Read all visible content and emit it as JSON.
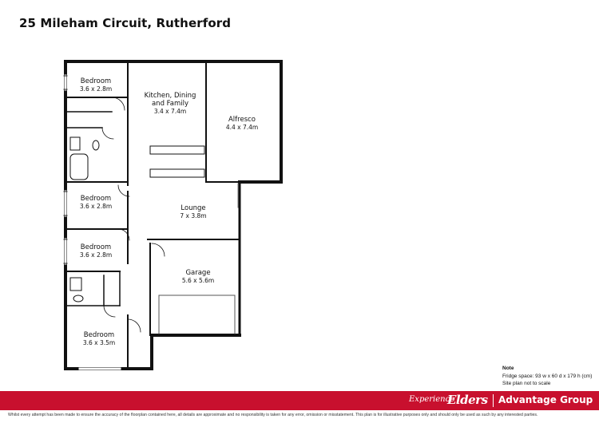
{
  "title": "25 Mileham Circuit, Rutherford",
  "rooms": {
    "bedroom1": {
      "name": "Bedroom",
      "dim": "3.6 x 2.8m"
    },
    "kitchen": {
      "name_line1": "Kitchen, Dining",
      "name_line2": "and Family",
      "dim": "3.4 x 7.4m"
    },
    "alfresco": {
      "name": "Alfresco",
      "dim": "4.4 x 7.4m"
    },
    "bedroom2": {
      "name": "Bedroom",
      "dim": "3.6 x 2.8m"
    },
    "lounge": {
      "name": "Lounge",
      "dim": "7 x 3.8m"
    },
    "bedroom3": {
      "name": "Bedroom",
      "dim": "3.6 x 2.8m"
    },
    "garage": {
      "name": "Garage",
      "dim": "5.6 x 5.6m"
    },
    "bedroom4": {
      "name": "Bedroom",
      "dim": "3.6 x 3.5m"
    }
  },
  "note": {
    "heading": "Note",
    "line1": "Fridge space: 93 w x 60 d x 179 h (cm)",
    "line2": "Site plan not to scale"
  },
  "footer": {
    "tagline": "Experience",
    "logo": "Elders",
    "group": "Advantage Group",
    "disclaimer": "Whilst every attempt has been made to ensure the accuracy of the floorplan contained here, all details are approximate and no responsibility is taken for any error, omission or misstatement. This plan is for illustrative purposes only and should only be used as such by any interested parties."
  },
  "colors": {
    "accent": "#c8102e",
    "wall": "#111111"
  }
}
